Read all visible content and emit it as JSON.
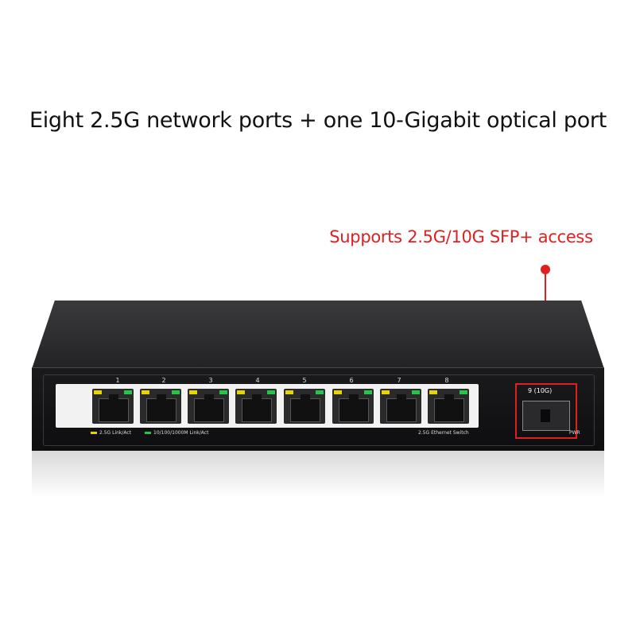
{
  "headline": "Eight 2.5G network ports + one 10-Gigabit optical port",
  "callout": "Supports 2.5G/10G SFP+ access",
  "ports": [
    {
      "label": "1"
    },
    {
      "label": "2"
    },
    {
      "label": "3"
    },
    {
      "label": "4"
    },
    {
      "label": "5"
    },
    {
      "label": "6"
    },
    {
      "label": "7"
    },
    {
      "label": "8"
    }
  ],
  "legend": {
    "link_25g": "2.5G Link/Act",
    "link_1000m": "10/100/1000M Link/Act",
    "product_name": "2.5G Ethernet Switch"
  },
  "sfp": {
    "label": "9 (10G)"
  },
  "pwr_label": "PWR",
  "colors": {
    "callout": "#e02020",
    "led_yellow": "#e8d400",
    "led_green": "#27c44a"
  }
}
